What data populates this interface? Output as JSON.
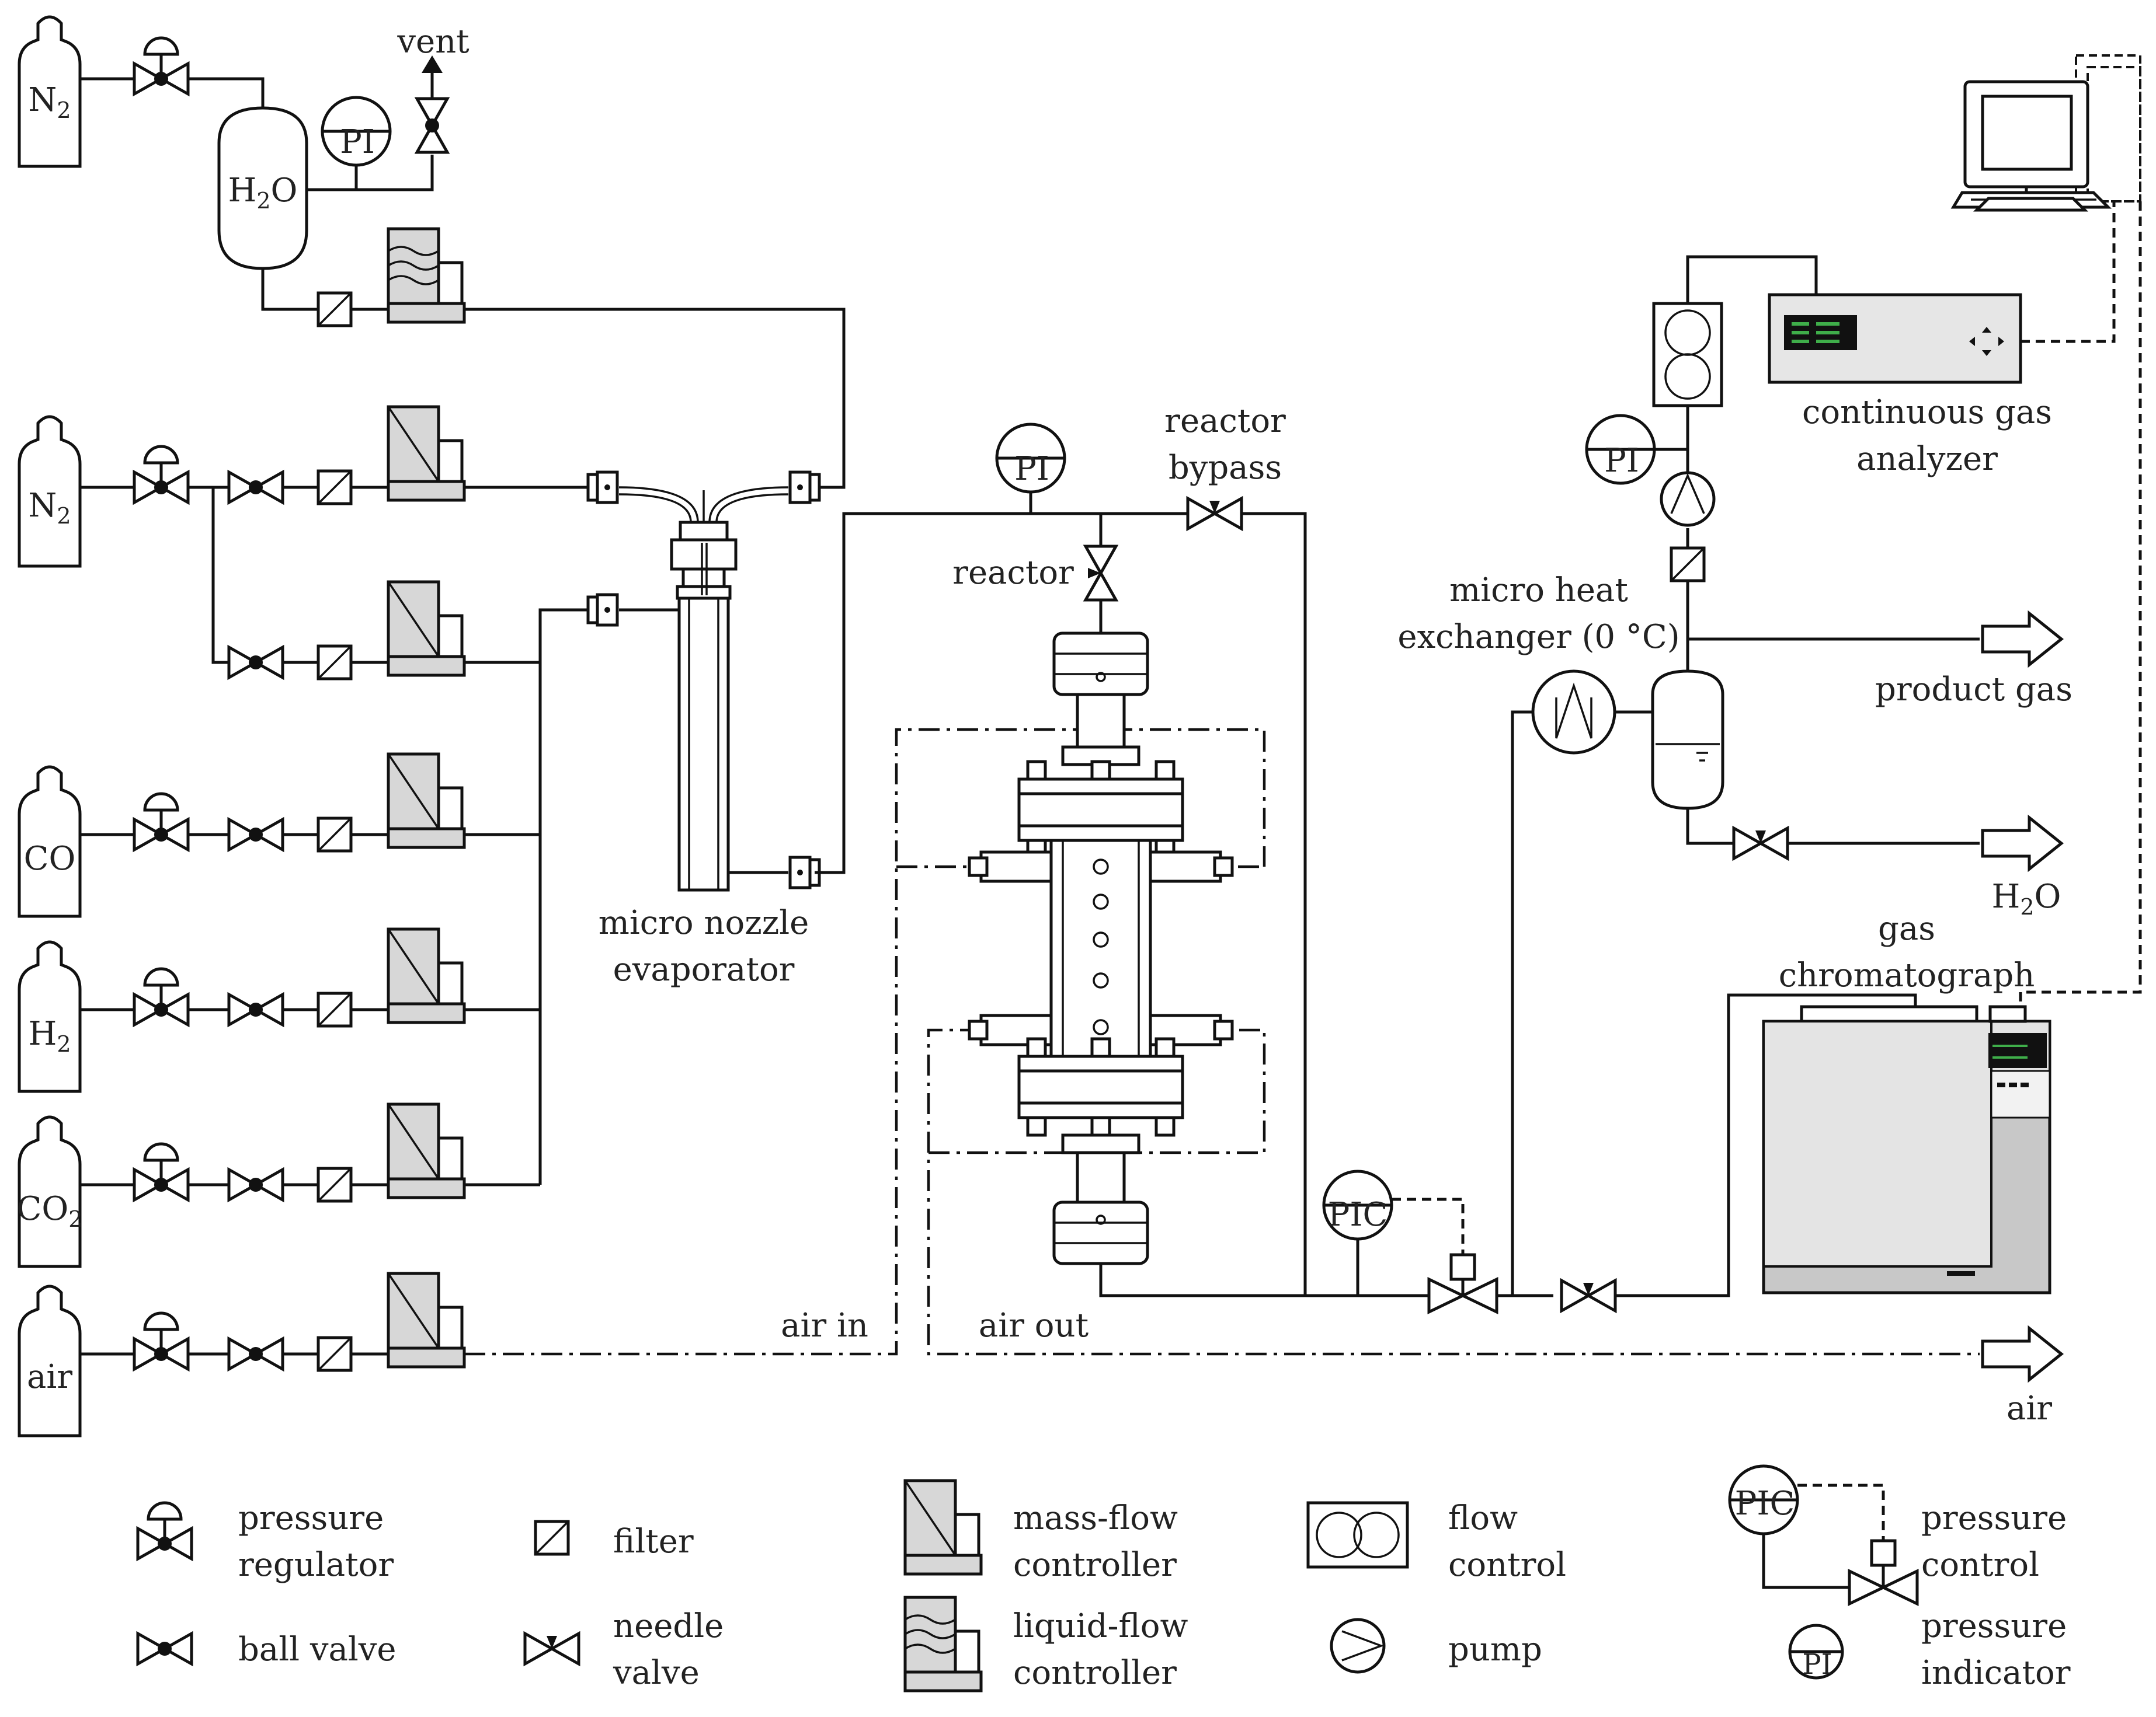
{
  "gases": [
    {
      "name": "N",
      "sub": "2"
    },
    {
      "name": "N",
      "sub": "2"
    },
    {
      "name": "CO",
      "sub": ""
    },
    {
      "name": "H",
      "sub": "2"
    },
    {
      "name": "CO",
      "sub": "2"
    },
    {
      "name": "air",
      "sub": ""
    }
  ],
  "labels": {
    "vent": "vent",
    "water_tank": {
      "a": "H",
      "sub": "2",
      "b": "O"
    },
    "evaporator": [
      "micro nozzle",
      "evaporator"
    ],
    "reactor": "reactor",
    "reactor_bypass": [
      "reactor",
      "bypass"
    ],
    "micro_heat_exchanger": [
      "micro heat",
      "exchanger (0 °C)"
    ],
    "continuous_gas_analyzer": [
      "continuous gas",
      "analyzer"
    ],
    "product_gas": "product gas",
    "h2o_out": {
      "a": "H",
      "sub": "2",
      "b": "O"
    },
    "gas_chromatograph": [
      "gas",
      "chromatograph"
    ],
    "air_in": "air in",
    "air_out": "air out",
    "air_exhaust": "air"
  },
  "instruments": {
    "pi": "PI",
    "pic": "PIC"
  },
  "legend": {
    "pressure_regulator": [
      "pressure",
      "regulator"
    ],
    "ball_valve": "ball valve",
    "filter": "filter",
    "needle_valve": [
      "needle",
      "valve"
    ],
    "mass_flow_controller": [
      "mass-flow",
      "controller"
    ],
    "liquid_flow_controller": [
      "liquid-flow",
      "controller"
    ],
    "flow_control": [
      "flow",
      "control"
    ],
    "pump": "pump",
    "pressure_control": [
      "pressure",
      "control"
    ],
    "pressure_indicator": [
      "pressure",
      "indicator"
    ],
    "pic": "PIC",
    "pi": "PI"
  }
}
